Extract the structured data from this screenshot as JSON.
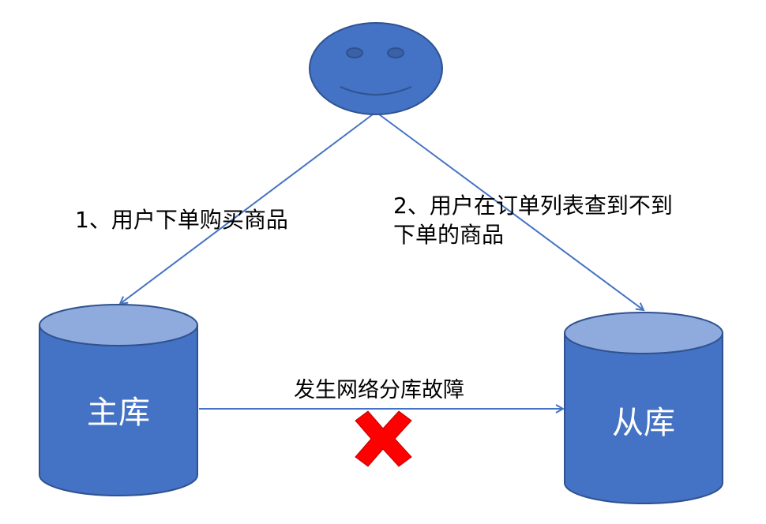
{
  "diagram": {
    "user": {
      "icon": "smiley-face-icon"
    },
    "step1": {
      "label": "1、用户下单购买商品"
    },
    "step2": {
      "label_line1": "2、用户在订单列表查到不到",
      "label_line2": "下单的商品"
    },
    "primary_db": {
      "label": "主库",
      "icon": "database-cylinder-icon"
    },
    "replica_db": {
      "label": "从库",
      "icon": "database-cylinder-icon"
    },
    "replication": {
      "label": "发生网络分库故障",
      "status_icon": "red-cross-icon"
    },
    "colors": {
      "shape_fill": "#4472C4",
      "shape_top": "#8FAADC",
      "shape_stroke": "#2F528F",
      "arrow": "#4472C4",
      "cross": "#FF0000",
      "text": "#000000",
      "db_text": "#FFFFFF"
    }
  }
}
